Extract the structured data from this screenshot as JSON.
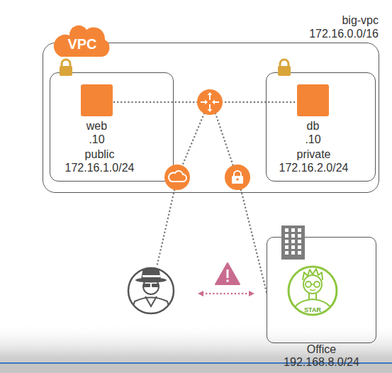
{
  "diagram": {
    "nodes": [
      {
        "text": [
          "big-vpc",
          "172.16.0.0/16"
        ]
      },
      {
        "text": [
          "public",
          "172.16.1.0/24"
        ],
        "in": 0
      },
      {
        "text": [
          "web",
          ".10"
        ],
        "in": 1
      },
      {
        "text": [
          "private",
          "172.16.2.0/24"
        ],
        "in": 0
      },
      {
        "text": [
          "db",
          ".10"
        ],
        "in": 3
      },
      {
        "text": [
          "Office",
          "192.168.8.0/24"
        ]
      }
    ],
    "labels": [
      "VPC",
      "STAR"
    ]
  }
}
